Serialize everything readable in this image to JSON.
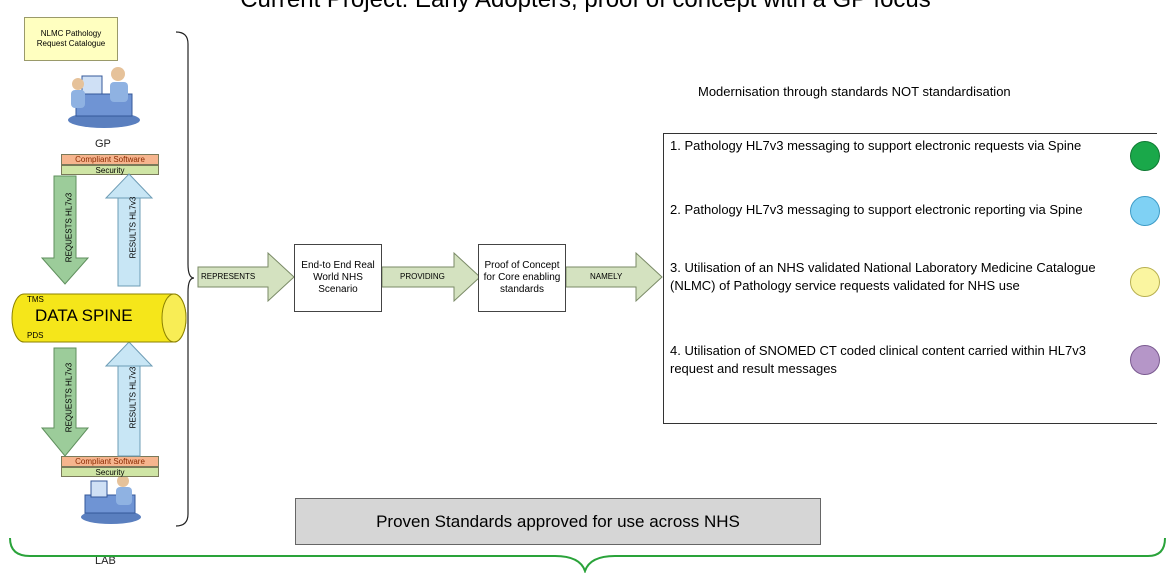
{
  "title": "Current Project: Early Adopters, proof of concept with a GP focus",
  "tagline": "Modernisation through standards NOT standardisation",
  "catalogue_folder": "NLMC Pathology Request Catalogue",
  "gp_label": "GP",
  "lab_label": "LAB",
  "compliant_software": "Compliant Software",
  "security": "Security",
  "spine": {
    "label": "DATA SPINE",
    "tms": "TMS",
    "pds": "PDS"
  },
  "arrows": {
    "requests": "REQUESTS HL7v3",
    "results": "RESULTS HL7v3",
    "represents": "REPRESENTS",
    "providing": "PROVIDING",
    "namely": "NAMELY"
  },
  "boxes": {
    "scenario": "End-to End Real World NHS Scenario",
    "proof": "Proof of Concept for Core enabling standards"
  },
  "items": [
    {
      "text": "1. Pathology HL7v3 messaging to support electronic requests via Spine",
      "color": "#1aa84a"
    },
    {
      "text": "2. Pathology HL7v3 messaging to support electronic reporting via Spine",
      "color": "#7fd1f4"
    },
    {
      "text": "3. Utilisation of an NHS validated National Laboratory Medicine Catalogue (NLMC) of Pathology service requests validated for NHS use",
      "color": "#faf5a0"
    },
    {
      "text": "4. Utilisation of SNOMED CT coded clinical content carried within HL7v3 request and result messages",
      "color": "#b596c8"
    }
  ],
  "proven": "Proven Standards approved for use across NHS",
  "colors": {
    "spine": "#f5e61a",
    "request_arrow": "#9ccc9a",
    "result_arrow": "#c8e6f5",
    "flow_arrow": "#d4e2c0",
    "bracket": "#2aa33a"
  },
  "icons": [
    "workstation-icon"
  ]
}
